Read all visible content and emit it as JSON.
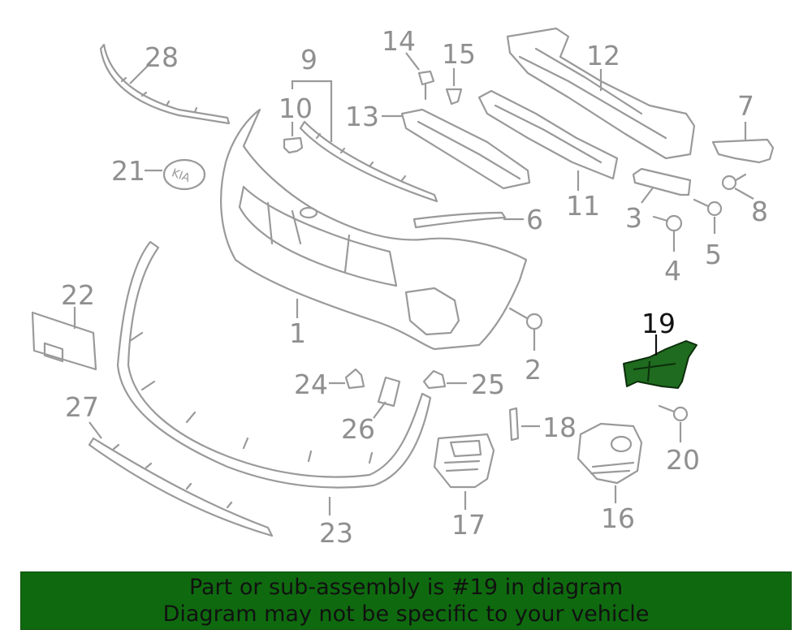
{
  "callouts": {
    "c1": "1",
    "c2": "2",
    "c3": "3",
    "c4": "4",
    "c5": "5",
    "c6": "6",
    "c7": "7",
    "c8": "8",
    "c9": "9",
    "c10": "10",
    "c11": "11",
    "c12": "12",
    "c13": "13",
    "c14": "14",
    "c15": "15",
    "c16": "16",
    "c17": "17",
    "c18": "18",
    "c19": "19",
    "c20": "20",
    "c21": "21",
    "c22": "22",
    "c23": "23",
    "c24": "24",
    "c25": "25",
    "c26": "26",
    "c27": "27",
    "c28": "28"
  },
  "highlighted_part": "19",
  "colors": {
    "highlight": "#1f6b1f",
    "banner_bg": "#0f6a0f",
    "part_stroke": "#9a9a9a"
  },
  "banner": {
    "line1": "Part or sub-assembly is #19 in diagram",
    "line2": "Diagram may not be specific to your vehicle"
  }
}
